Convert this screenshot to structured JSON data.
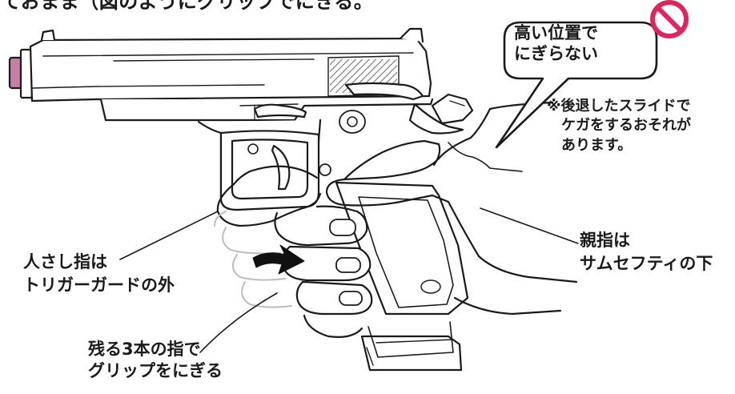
{
  "header": {
    "text": "ておまま（図のようにグリップでにきる。"
  },
  "warning": {
    "bubble_text": "高い位置で\nにぎらない",
    "note": "※後退したスライドで\n　ケガをするおそれが\n　あります。"
  },
  "labels": {
    "index_finger": "人さし指は\nトリガーガードの外",
    "thumb": "親指は\nサムセフティの下",
    "grip": "残る3本の指で\nグリップをにぎる"
  },
  "colors": {
    "line": "#1a1a1a",
    "hatch": "#6a6a6a",
    "hand_shade": "#d9d9d9",
    "muzzle": "#c97fa3",
    "prohibit_red": "#e0245e",
    "arrow": "#111111"
  },
  "icons": {
    "prohibit": "prohibited-sign-icon"
  }
}
